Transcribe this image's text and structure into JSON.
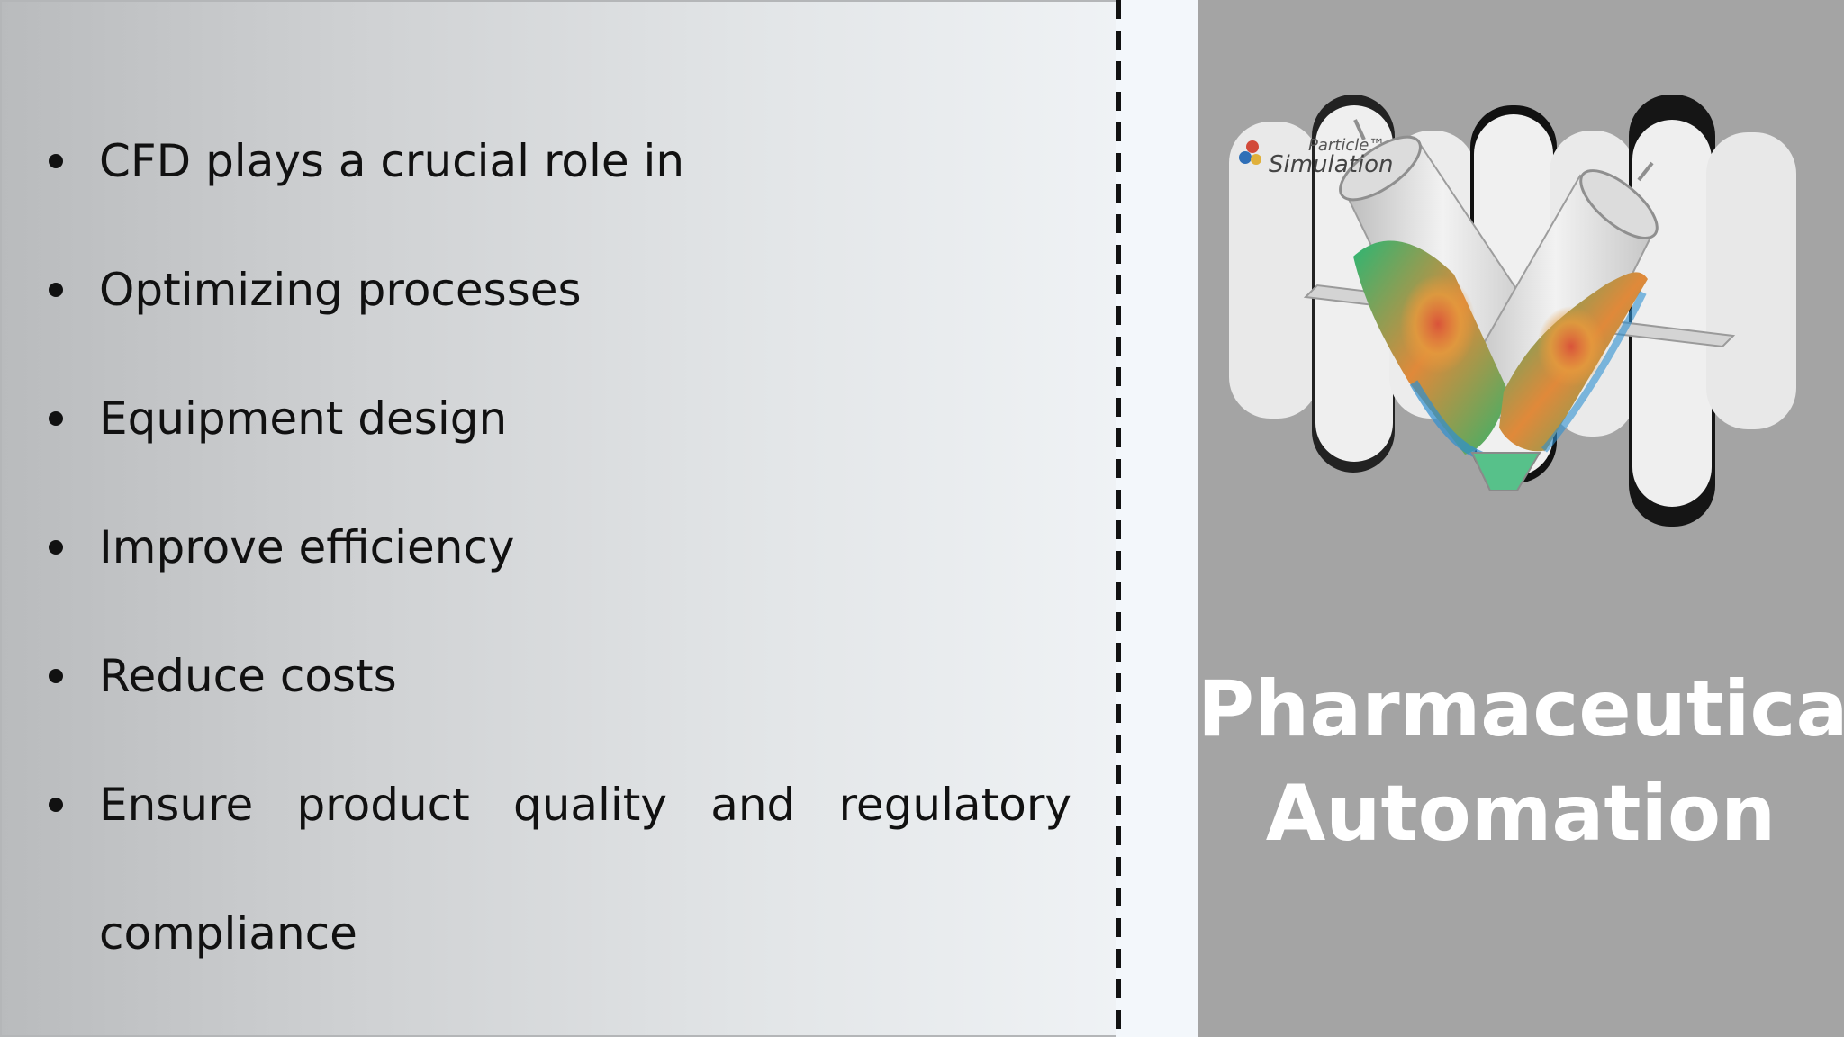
{
  "bullets": [
    "CFD plays a crucial role in",
    "Optimizing processes",
    "Equipment design",
    "Improve efficiency",
    "Reduce costs",
    "Ensure product quality and regulatory compliance"
  ],
  "title": {
    "line1": "Pharmaceutical",
    "line2": "Automation"
  },
  "image": {
    "logo_word_top": "Particle™",
    "logo_word_bottom": "Simulation"
  },
  "colors": {
    "text": "#111111",
    "right_panel": "#a4a4a4",
    "title": "#ffffff"
  }
}
